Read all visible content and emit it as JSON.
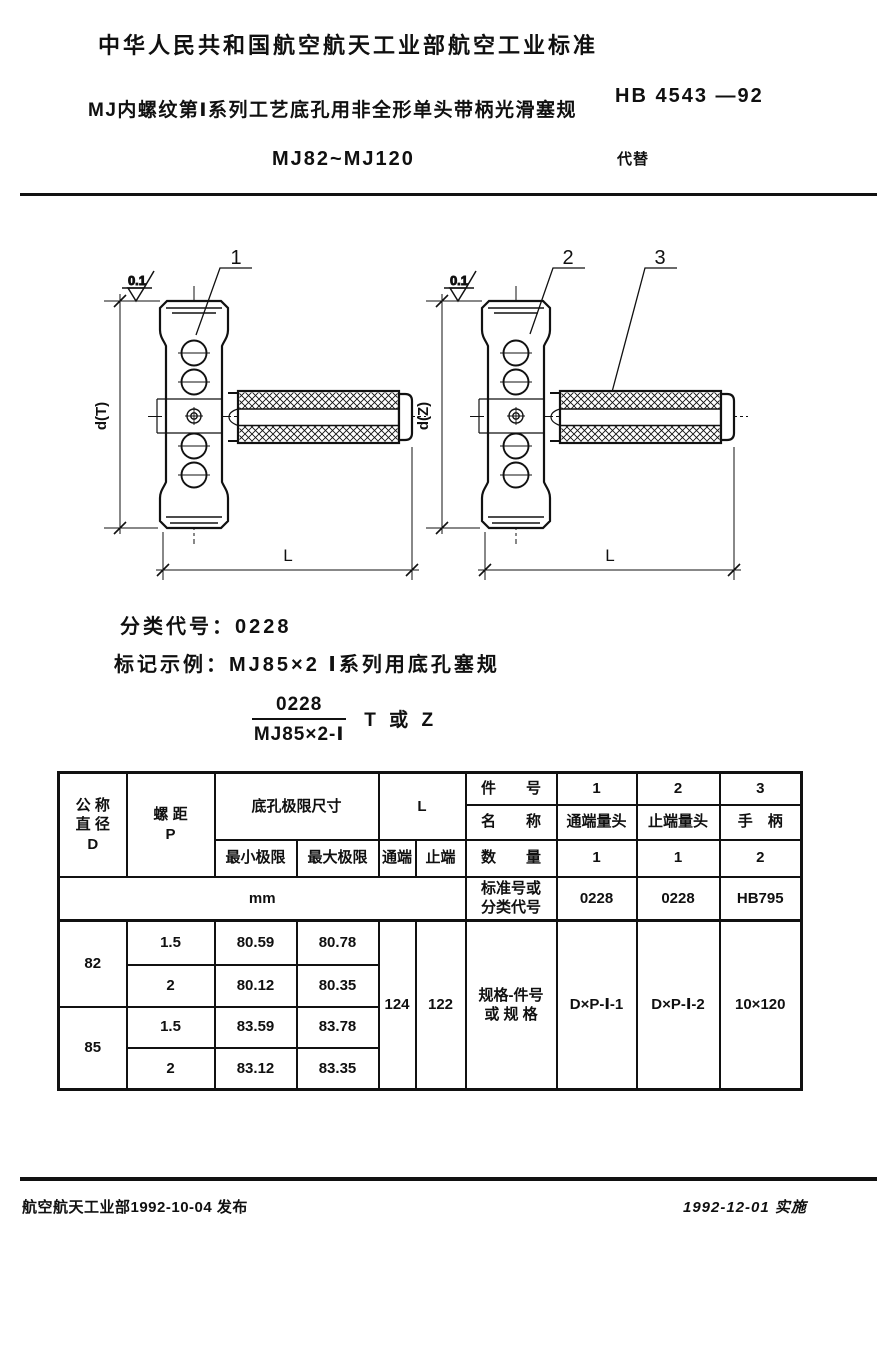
{
  "header": {
    "org_title": "中华人民共和国航空航天工业部航空工业标准",
    "title": "MJ内螺纹第Ⅰ系列工艺底孔用非全形单头带柄光滑塞规",
    "range": "MJ82~MJ120",
    "standard_no": "HB 4543 —92",
    "supersedes": "代替"
  },
  "drawing": {
    "flatness": "0.1",
    "left": {
      "part_label": "1",
      "dim_d": "d(T)",
      "dim_l": "L"
    },
    "right": {
      "part_label_body": "2",
      "part_label_handle": "3",
      "dim_d": "d(Z)",
      "dim_l": "L"
    }
  },
  "notes": {
    "class_label": "分类代号：",
    "class_value": "0228",
    "marking_label": "标记示例：",
    "marking_value": "MJ85×2 Ⅰ系列用底孔塞规",
    "formula": {
      "numerator": "0228",
      "denominator": "MJ85×2-Ⅰ",
      "suffix": "T 或 Z"
    }
  },
  "table": {
    "columns": {
      "d_label": "公 称\n直 径\nD",
      "p_label": "螺 距\nP",
      "hole_limit_label": "底孔极限尺寸",
      "min_label": "最小极限",
      "max_label": "最大极限",
      "l_label": "L",
      "go_label": "通端",
      "nogo_label": "止端",
      "unit": "mm"
    },
    "parts": {
      "part_no_label": "件　　号",
      "name_label": "名　　称",
      "qty_label": "数　　量",
      "std_label": "标准号或\n分类代号",
      "spec_label": "规格-件号\n或 规 格",
      "numbers": [
        "1",
        "2",
        "3"
      ],
      "names": [
        "通端量头",
        "止端量头",
        "手　柄"
      ],
      "quantities": [
        "1",
        "1",
        "2"
      ],
      "codes": [
        "0228",
        "0228",
        "HB795"
      ],
      "specs": [
        "D×P-Ⅰ-1",
        "D×P-Ⅰ-2",
        "10×120"
      ]
    },
    "rows": [
      {
        "d": "82",
        "p": "1.5",
        "min": "80.59",
        "max": "80.78"
      },
      {
        "p": "2",
        "min": "80.12",
        "max": "80.35"
      },
      {
        "d": "85",
        "p": "1.5",
        "min": "83.59",
        "max": "83.78"
      },
      {
        "p": "2",
        "min": "83.12",
        "max": "83.35"
      }
    ],
    "L": {
      "go": "124",
      "nogo": "122"
    }
  },
  "footer": {
    "issued": "航空航天工业部1992-10-04  发布",
    "implemented": "1992-12-01  实施"
  }
}
